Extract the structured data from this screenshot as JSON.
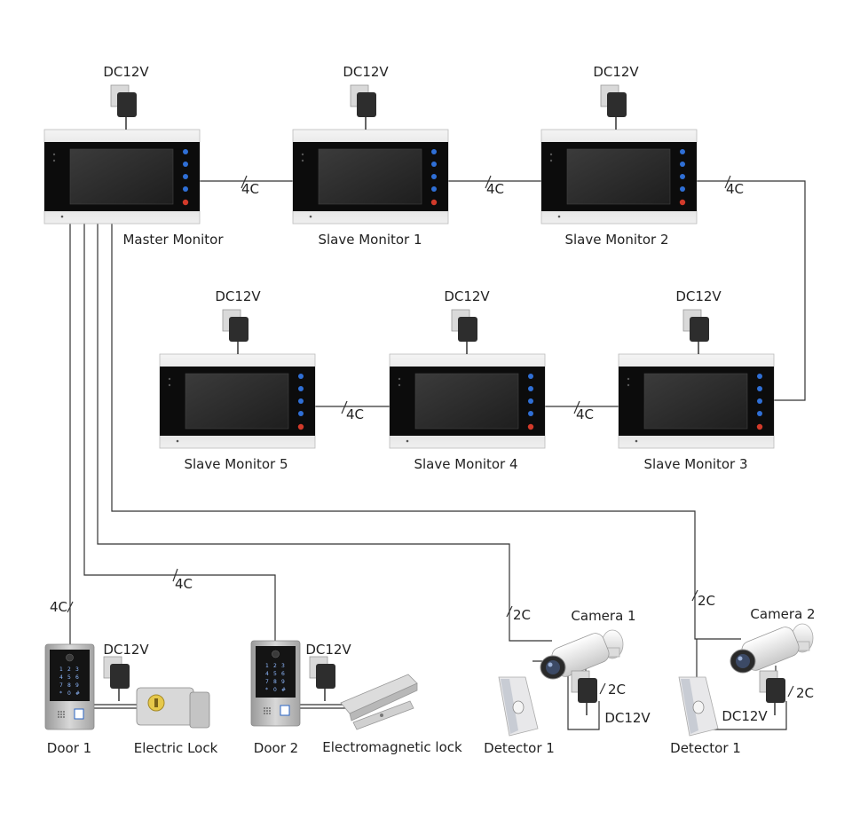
{
  "power_label": "DC12V",
  "wire_labels": {
    "four_core": "4C",
    "two_core": "2C"
  },
  "monitors": {
    "master": "Master Monitor",
    "slave1": "Slave Monitor 1",
    "slave2": "Slave Monitor 2",
    "slave3": "Slave Monitor 3",
    "slave4": "Slave Monitor 4",
    "slave5": "Slave Monitor 5"
  },
  "door_stations": {
    "door1": "Door 1",
    "door2": "Door 2"
  },
  "locks": {
    "electric": "Electric Lock",
    "electromagnetic": "Electromagnetic lock"
  },
  "cameras": {
    "camera1": "Camera 1",
    "camera2": "Camera 2"
  },
  "detectors": {
    "detector1": "Detector 1",
    "detector2": "Detector 1"
  },
  "keypad_keys": [
    "1",
    "2",
    "3",
    "4",
    "5",
    "6",
    "7",
    "8",
    "9",
    "*",
    "0",
    "#"
  ]
}
